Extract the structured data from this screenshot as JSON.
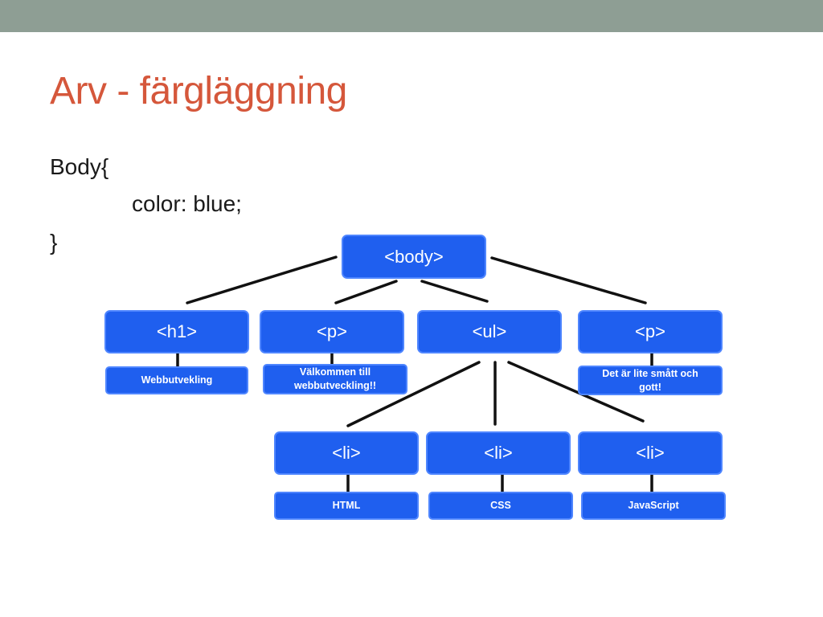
{
  "slide": {
    "title": "Arv - färgläggning",
    "code_lines": [
      "Body{",
      "color: blue;",
      "}"
    ]
  },
  "tree": {
    "root": "<body>",
    "children": [
      {
        "tag": "<h1>",
        "text": "Webbutvekling"
      },
      {
        "tag": "<p>",
        "text": "Välkommen till webbutveckling!!"
      },
      {
        "tag": "<ul>",
        "items": [
          {
            "tag": "<li>",
            "text": "HTML"
          },
          {
            "tag": "<li>",
            "text": "CSS"
          },
          {
            "tag": "<li>",
            "text": "JavaScript"
          }
        ]
      },
      {
        "tag": "<p>",
        "text": "Det är lite smått och gott!"
      }
    ]
  },
  "colors": {
    "header_bar": "#8e9e94",
    "title": "#d5573b",
    "node_fill": "#1f5fef",
    "connector": "#111111"
  }
}
